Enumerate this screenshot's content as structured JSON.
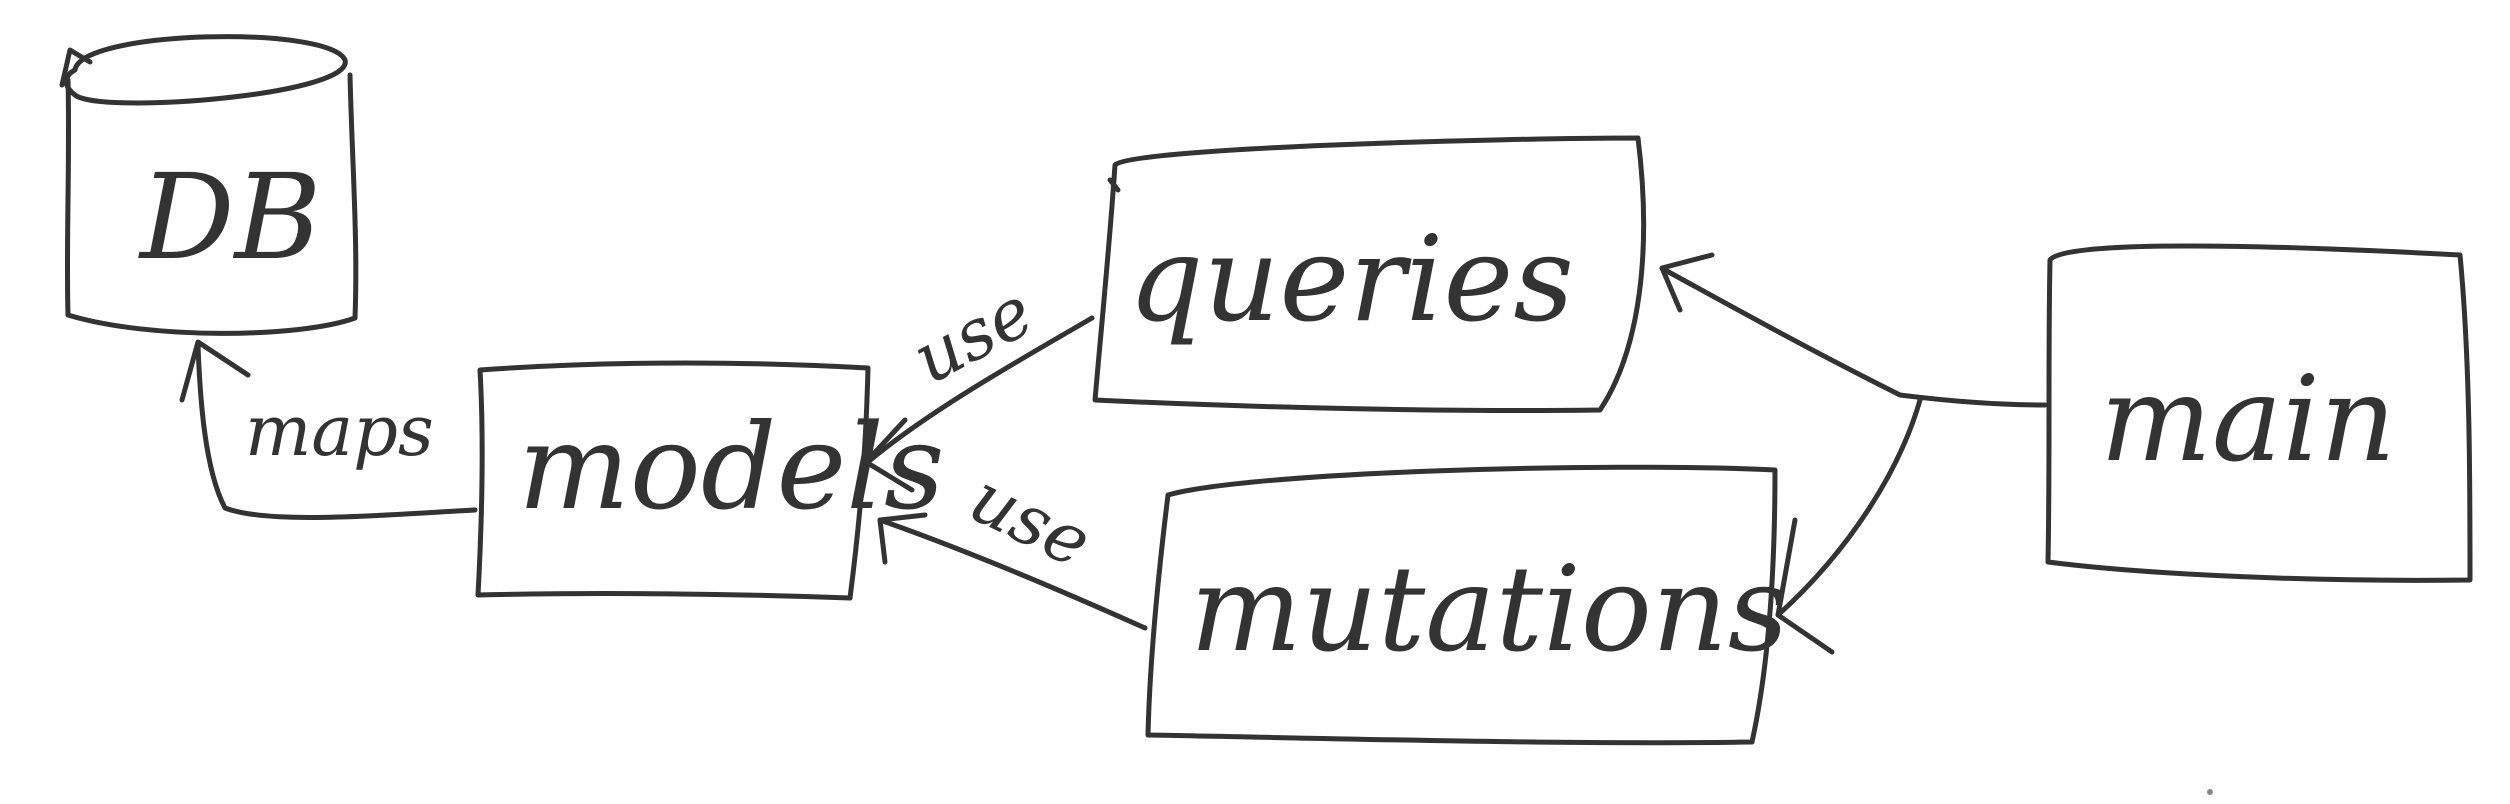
{
  "diagram": {
    "nodes": {
      "db": {
        "label": "DB",
        "shape": "cylinder"
      },
      "models": {
        "label": "models",
        "shape": "rectangle"
      },
      "queries": {
        "label": "queries",
        "shape": "rectangle"
      },
      "mutations": {
        "label": "mutations",
        "shape": "rectangle"
      },
      "main": {
        "label": "main",
        "shape": "rectangle"
      }
    },
    "edges": [
      {
        "id": "models-db",
        "from": "models",
        "to": "db",
        "label": "maps"
      },
      {
        "id": "queries-models",
        "from": "queries",
        "to": "models",
        "label": "use"
      },
      {
        "id": "mutations-models",
        "from": "mutations",
        "to": "models",
        "label": "use"
      },
      {
        "id": "main-queries",
        "from": "main",
        "to": "queries",
        "label": ""
      },
      {
        "id": "main-mutations",
        "from": "main",
        "to": "mutations",
        "label": ""
      }
    ],
    "style": {
      "stroke_color": "#333333",
      "background": "#ffffff"
    }
  }
}
